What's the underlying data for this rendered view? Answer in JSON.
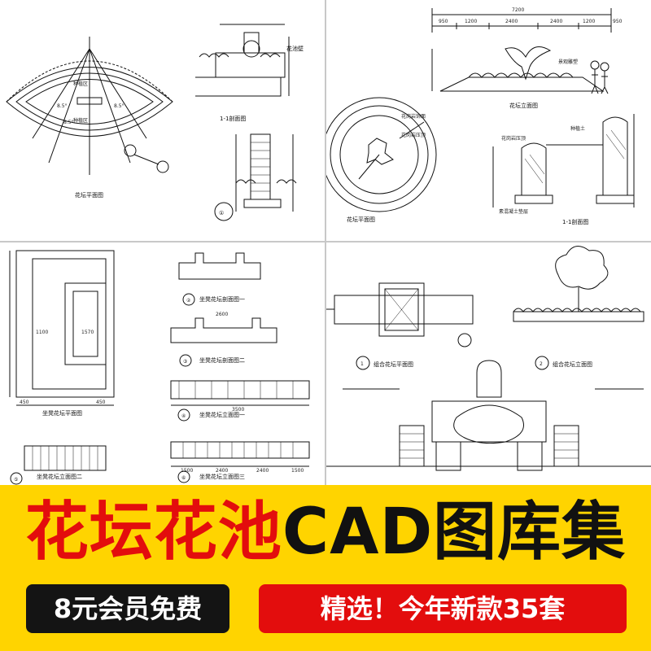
{
  "drawings": {
    "p1": {
      "plan_title": "花坛平面图",
      "section_title": "1-1剖面图",
      "plan_labels": [
        "花池壁",
        "种植区",
        "种植区"
      ],
      "angles": [
        "8.5°",
        "8.5°",
        "8.5°"
      ],
      "marker_num": "①"
    },
    "p2": {
      "plan_title": "花坛平面图",
      "elevation_title": "花坛立面图",
      "section_title": "1-1剖面图",
      "dims_top": [
        "7200",
        "950",
        "1200",
        "2400",
        "2400",
        "1200",
        "950"
      ],
      "labels": [
        "景观雕塑",
        "种植土",
        "花岗岩压顶",
        "素混凝土垫层"
      ],
      "plan_labels": [
        "花岗岩饰面",
        "花岗岩压顶"
      ]
    },
    "p3": {
      "plan_title": "坐凳花坛平面图",
      "sec1_title": "坐凳花坛剖面图一",
      "sec2_title": "坐凳花坛剖面图二",
      "elev1_title": "坐凳花坛立面图一",
      "elev2_title": "坐凳花坛立面图二",
      "elev3_title": "坐凳花坛立面图三",
      "markers": [
        "②",
        "③",
        "④",
        "⑤",
        "⑥"
      ],
      "dims": [
        "450",
        "1100",
        "1570",
        "450",
        "2600",
        "3500",
        "1500",
        "2400",
        "2400",
        "1500"
      ]
    },
    "p4": {
      "plan_title": "组合花坛平面图",
      "elev_title": "组合花坛立面图",
      "markers": [
        "1",
        "2"
      ]
    }
  },
  "banner": {
    "headline_red": "花坛花池",
    "headline_black": "CAD图库集",
    "left_pill": "8元会员免费",
    "right_pill": "精选！今年新款35套"
  },
  "colors": {
    "banner_yellow": "#ffd400",
    "headline_red": "#e30d0d",
    "pill_dark": "#141414",
    "pill_red": "#e30d0d"
  }
}
